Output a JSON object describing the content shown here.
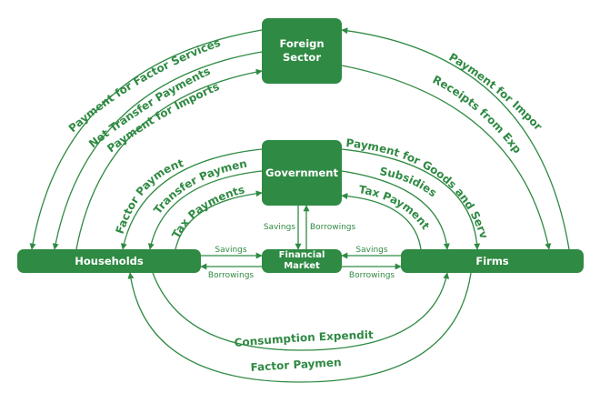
{
  "nodes": {
    "foreign_sector": {
      "line1": "Foreign",
      "line2": "Sector"
    },
    "government": "Government",
    "households": "Households",
    "financial_market": {
      "line1": "Financial",
      "line2": "Market"
    },
    "firms": "Firms"
  },
  "flows": {
    "payment_for_factor_services": "Payment for Factor Services",
    "net_transfer_payments": "Net Transfer Payments",
    "payment_for_imports_households": "Payment for Imports",
    "payment_for_imports_firms": "Payment for Imports",
    "receipts_from_exports": "Receipts from Exports",
    "factor_payments_gov": "Factor Payments",
    "transfer_payments": "Transfer Payments",
    "tax_payments_households": "Tax Payments",
    "payment_for_goods_and_services": "Payment for Goods and Services",
    "subsidies": "Subsidies",
    "tax_payments_firms": "Tax Payments",
    "savings_households": "Savings",
    "borrowings_households": "Borrowings",
    "savings_gov": "Savings",
    "borrowings_gov": "Borrowings",
    "savings_firms": "Savings",
    "borrowings_firms": "Borrowings",
    "consumption_expenditure": "Consumption Expenditure",
    "factor_payments_bottom": "Factor Payments"
  },
  "colors": {
    "accent": "#2f8a43"
  }
}
